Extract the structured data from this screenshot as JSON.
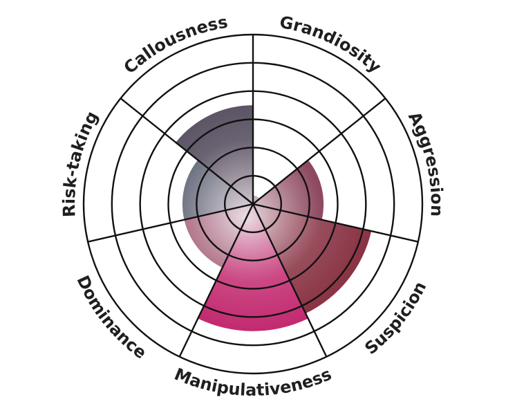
{
  "chart_data": {
    "type": "polar-area",
    "title": "",
    "categories": [
      "Grandiosity",
      "Aggression",
      "Suspicion",
      "Manipulativeness",
      "Dominance",
      "Risk-taking",
      "Callousness"
    ],
    "values": [
      0.3,
      2.5,
      4.3,
      4.5,
      2.5,
      2.5,
      3.5
    ],
    "rlim": [
      0,
      6
    ],
    "ring_levels": [
      1,
      2,
      3,
      4,
      5,
      6
    ],
    "grid": true,
    "legend": "none",
    "colors": {
      "stroke": "#111111",
      "label": "#1f1f1f",
      "grandiosity": "#6f3348",
      "aggression": "#7a2a44",
      "suspicion": "#862e3f",
      "manipulativeness": "#c2286e",
      "dominance": "#a0546e",
      "risk_taking": "#53596b",
      "callousness": "#4f4759"
    }
  }
}
